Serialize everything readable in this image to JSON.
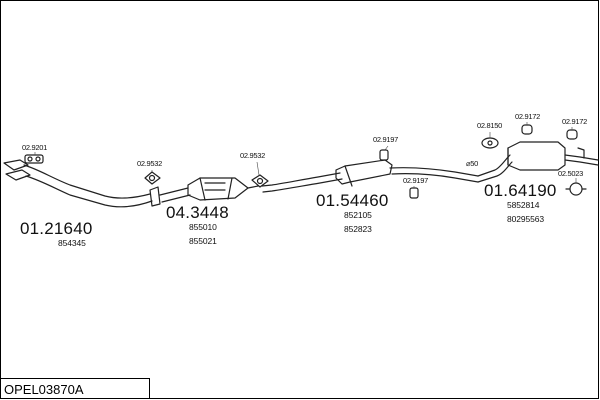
{
  "diagram": {
    "code": "OPEL03870A",
    "parts": [
      {
        "main": "01.21640",
        "subs": [
          "854345"
        ]
      },
      {
        "main": "04.3448",
        "subs": [
          "855010",
          "855021"
        ]
      },
      {
        "main": "01.54460",
        "subs": [
          "852105",
          "852823"
        ]
      },
      {
        "main": "01.64190",
        "subs": [
          "5852814",
          "80295563"
        ]
      }
    ],
    "accessories": [
      "02.9201",
      "02.9532",
      "02.9532",
      "02.9197",
      "02.9197",
      "02.8150",
      "02.9172",
      "02.9172",
      "02.5023"
    ],
    "diameter_note": "⌀50"
  }
}
